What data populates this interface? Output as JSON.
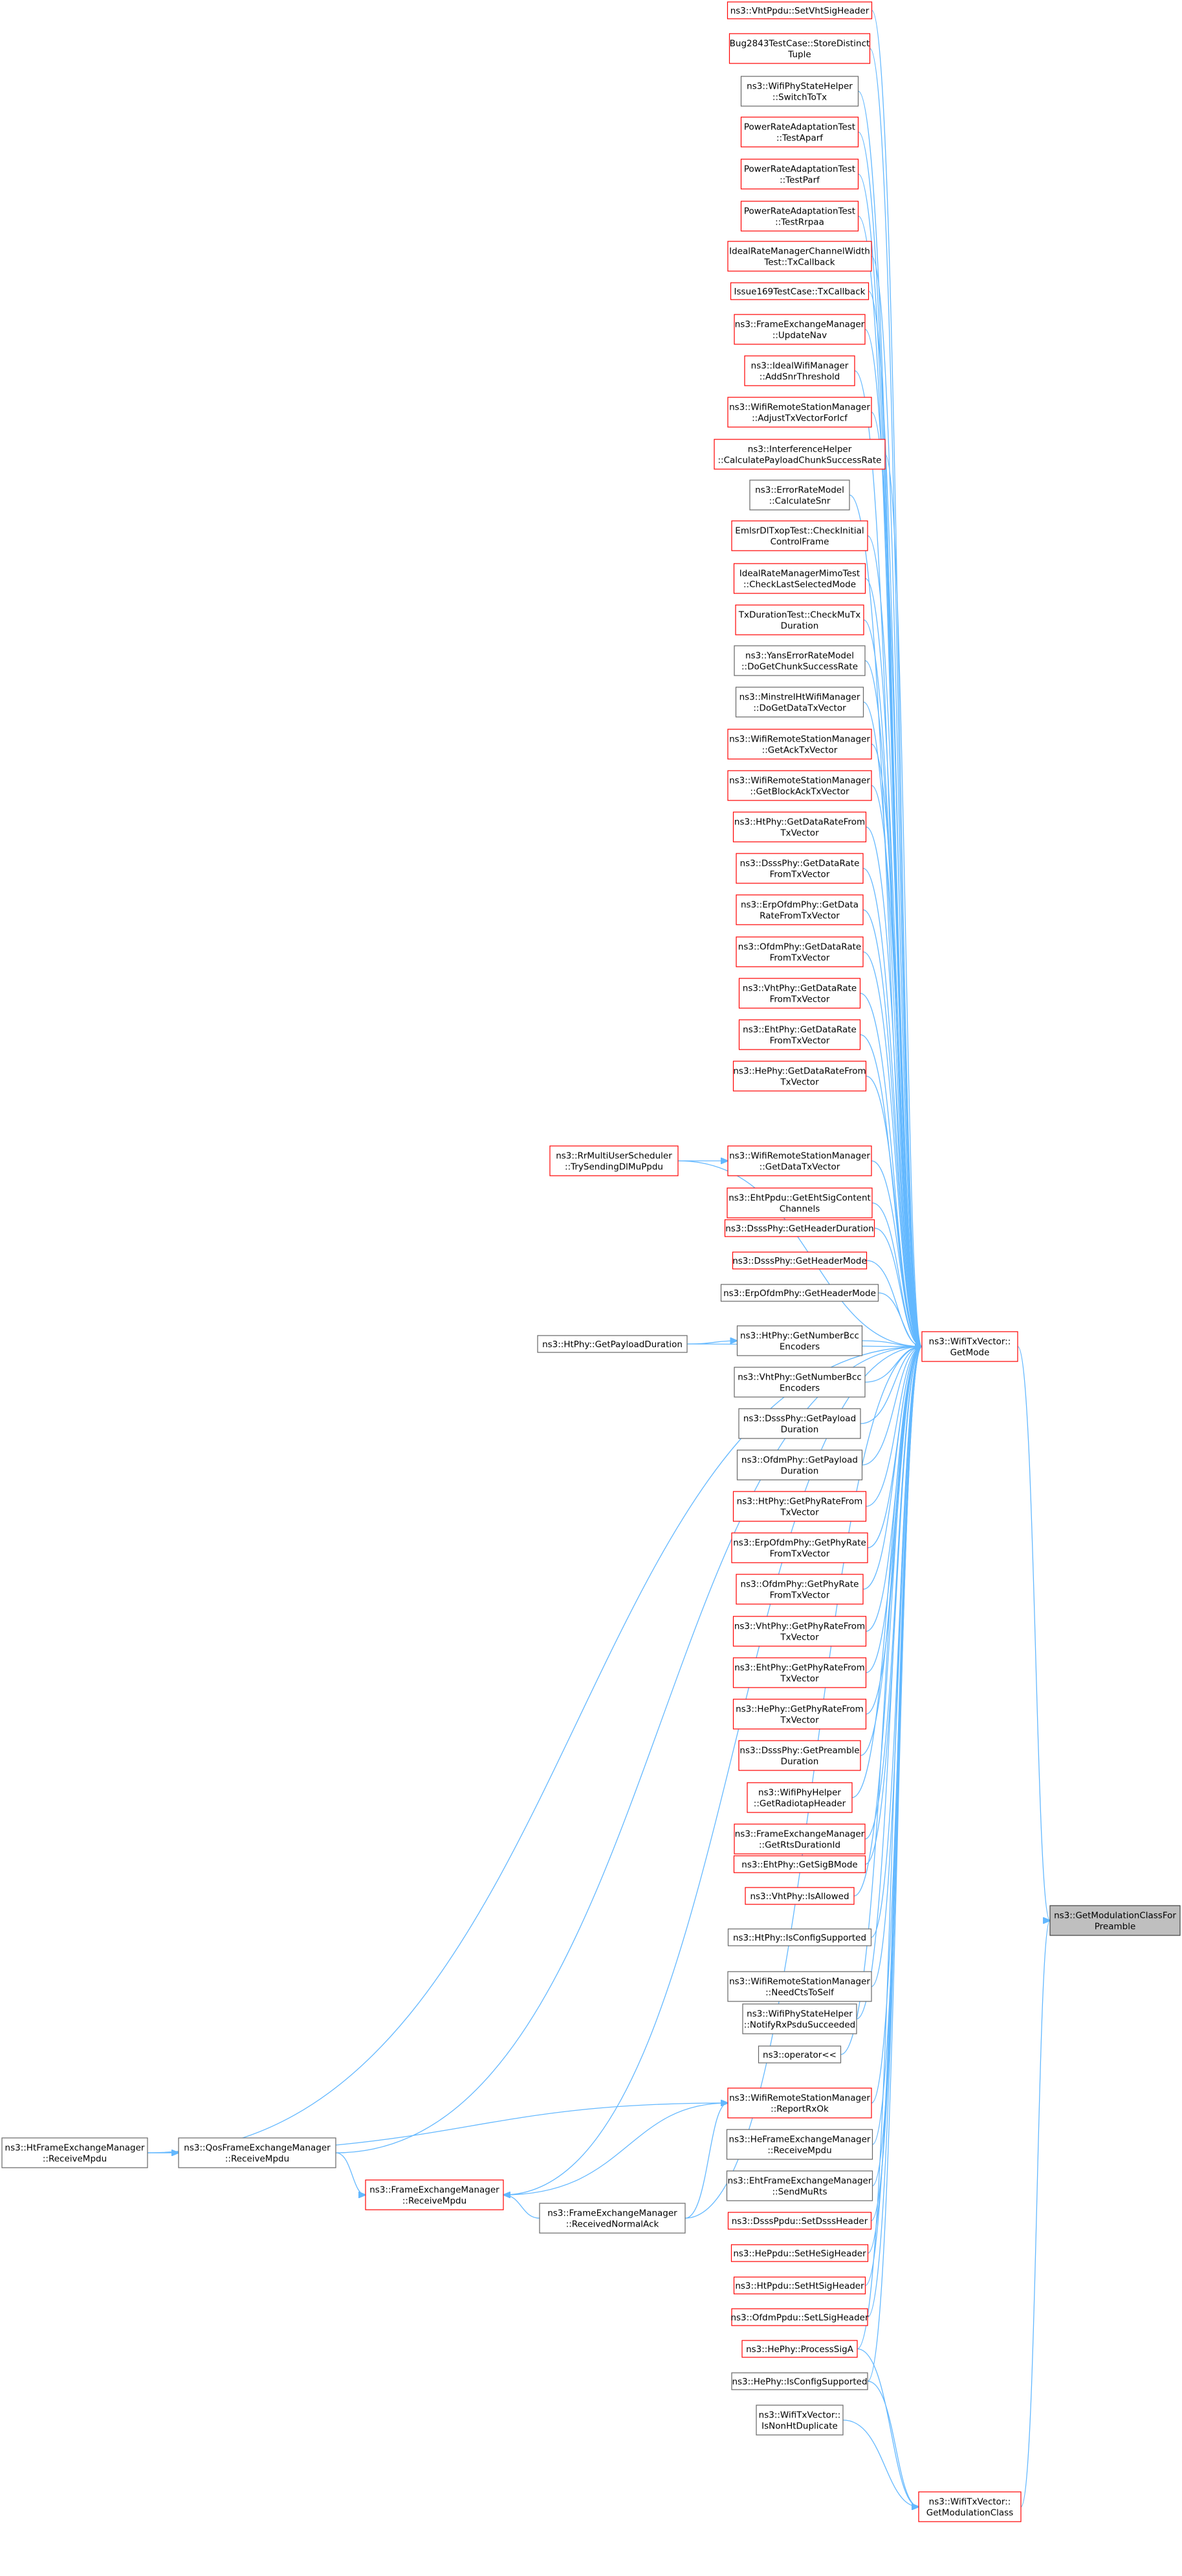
{
  "colors": {
    "edge": "#63b8ff",
    "red_border": "#ff0000",
    "gray_border": "#666666",
    "root_fill": "#bfbfbf",
    "root_border": "#404040",
    "node_fill": "#ffffff"
  },
  "nodes": [
    {
      "id": "n1",
      "lines": [
        "ns3::VhtPpdu::SetVhtSigHeader"
      ],
      "border": "red"
    },
    {
      "id": "n2",
      "lines": [
        "Bug2843TestCase::StoreDistinct",
        "Tuple"
      ],
      "border": "red"
    },
    {
      "id": "n3",
      "lines": [
        "ns3::WifiPhyStateHelper",
        "::SwitchToTx"
      ],
      "border": "gray"
    },
    {
      "id": "n4",
      "lines": [
        "PowerRateAdaptationTest",
        "::TestAparf"
      ],
      "border": "red"
    },
    {
      "id": "n5",
      "lines": [
        "PowerRateAdaptationTest",
        "::TestParf"
      ],
      "border": "red"
    },
    {
      "id": "n6",
      "lines": [
        "PowerRateAdaptationTest",
        "::TestRrpaa"
      ],
      "border": "red"
    },
    {
      "id": "n7",
      "lines": [
        "IdealRateManagerChannelWidth",
        "Test::TxCallback"
      ],
      "border": "red"
    },
    {
      "id": "n8",
      "lines": [
        "Issue169TestCase::TxCallback"
      ],
      "border": "red"
    },
    {
      "id": "n9",
      "lines": [
        "ns3::FrameExchangeManager",
        "::UpdateNav"
      ],
      "border": "red"
    },
    {
      "id": "n10",
      "lines": [
        "ns3::IdealWifiManager",
        "::AddSnrThreshold"
      ],
      "border": "red"
    },
    {
      "id": "n11",
      "lines": [
        "ns3::WifiRemoteStationManager",
        "::AdjustTxVectorForIcf"
      ],
      "border": "red"
    },
    {
      "id": "n12",
      "lines": [
        "ns3::InterferenceHelper",
        "::CalculatePayloadChunkSuccessRate"
      ],
      "border": "red"
    },
    {
      "id": "n13",
      "lines": [
        "ns3::ErrorRateModel",
        "::CalculateSnr"
      ],
      "border": "gray"
    },
    {
      "id": "n14",
      "lines": [
        "EmlsrDlTxopTest::CheckInitial",
        "ControlFrame"
      ],
      "border": "red"
    },
    {
      "id": "n15",
      "lines": [
        "IdealRateManagerMimoTest",
        "::CheckLastSelectedMode"
      ],
      "border": "red"
    },
    {
      "id": "n16",
      "lines": [
        "TxDurationTest::CheckMuTx",
        "Duration"
      ],
      "border": "red"
    },
    {
      "id": "n17",
      "lines": [
        "ns3::YansErrorRateModel",
        "::DoGetChunkSuccessRate"
      ],
      "border": "gray"
    },
    {
      "id": "n18",
      "lines": [
        "ns3::MinstrelHtWifiManager",
        "::DoGetDataTxVector"
      ],
      "border": "gray"
    },
    {
      "id": "n19",
      "lines": [
        "ns3::WifiRemoteStationManager",
        "::GetAckTxVector"
      ],
      "border": "red"
    },
    {
      "id": "n20",
      "lines": [
        "ns3::WifiRemoteStationManager",
        "::GetBlockAckTxVector"
      ],
      "border": "red"
    },
    {
      "id": "n21",
      "lines": [
        "ns3::HtPhy::GetDataRateFrom",
        "TxVector"
      ],
      "border": "red"
    },
    {
      "id": "n22",
      "lines": [
        "ns3::DsssPhy::GetDataRate",
        "FromTxVector"
      ],
      "border": "red"
    },
    {
      "id": "n23",
      "lines": [
        "ns3::ErpOfdmPhy::GetData",
        "RateFromTxVector"
      ],
      "border": "red"
    },
    {
      "id": "n24",
      "lines": [
        "ns3::OfdmPhy::GetDataRate",
        "FromTxVector"
      ],
      "border": "red"
    },
    {
      "id": "n25",
      "lines": [
        "ns3::VhtPhy::GetDataRate",
        "FromTxVector"
      ],
      "border": "red"
    },
    {
      "id": "n26",
      "lines": [
        "ns3::EhtPhy::GetDataRate",
        "FromTxVector"
      ],
      "border": "red"
    },
    {
      "id": "n27",
      "lines": [
        "ns3::HePhy::GetDataRateFrom",
        "TxVector"
      ],
      "border": "red"
    },
    {
      "id": "n28",
      "lines": [
        "ns3::RrMultiUserScheduler",
        "::TrySendingDlMuPpdu"
      ],
      "border": "red"
    },
    {
      "id": "n29",
      "lines": [
        "ns3::WifiRemoteStationManager",
        "::GetDataTxVector"
      ],
      "border": "red"
    },
    {
      "id": "n30",
      "lines": [
        "ns3::EhtPpdu::GetEhtSigContent",
        "Channels"
      ],
      "border": "red"
    },
    {
      "id": "n31",
      "lines": [
        "ns3::DsssPhy::GetHeaderDuration"
      ],
      "border": "red"
    },
    {
      "id": "n32",
      "lines": [
        "ns3::DsssPhy::GetHeaderMode"
      ],
      "border": "red"
    },
    {
      "id": "n33",
      "lines": [
        "ns3::ErpOfdmPhy::GetHeaderMode"
      ],
      "border": "gray"
    },
    {
      "id": "n34",
      "lines": [
        "ns3::HtPhy::GetPayloadDuration"
      ],
      "border": "gray"
    },
    {
      "id": "n35",
      "lines": [
        "ns3::HtPhy::GetNumberBcc",
        "Encoders"
      ],
      "border": "gray"
    },
    {
      "id": "n36",
      "lines": [
        "ns3::VhtPhy::GetNumberBcc",
        "Encoders"
      ],
      "border": "gray"
    },
    {
      "id": "n37",
      "lines": [
        "ns3::DsssPhy::GetPayload",
        "Duration"
      ],
      "border": "gray"
    },
    {
      "id": "n38",
      "lines": [
        "ns3::OfdmPhy::GetPayload",
        "Duration"
      ],
      "border": "gray"
    },
    {
      "id": "n39",
      "lines": [
        "ns3::HtPhy::GetPhyRateFrom",
        "TxVector"
      ],
      "border": "red"
    },
    {
      "id": "n40",
      "lines": [
        "ns3::ErpOfdmPhy::GetPhyRate",
        "FromTxVector"
      ],
      "border": "red"
    },
    {
      "id": "n41",
      "lines": [
        "ns3::OfdmPhy::GetPhyRate",
        "FromTxVector"
      ],
      "border": "red"
    },
    {
      "id": "n42",
      "lines": [
        "ns3::VhtPhy::GetPhyRateFrom",
        "TxVector"
      ],
      "border": "red"
    },
    {
      "id": "n43",
      "lines": [
        "ns3::EhtPhy::GetPhyRateFrom",
        "TxVector"
      ],
      "border": "red"
    },
    {
      "id": "n44",
      "lines": [
        "ns3::HePhy::GetPhyRateFrom",
        "TxVector"
      ],
      "border": "red"
    },
    {
      "id": "n45",
      "lines": [
        "ns3::DsssPhy::GetPreamble",
        "Duration"
      ],
      "border": "red"
    },
    {
      "id": "n46",
      "lines": [
        "ns3::WifiPhyHelper",
        "::GetRadiotapHeader"
      ],
      "border": "red"
    },
    {
      "id": "n47",
      "lines": [
        "ns3::FrameExchangeManager",
        "::GetRtsDurationId"
      ],
      "border": "red"
    },
    {
      "id": "n48",
      "lines": [
        "ns3::EhtPhy::GetSigBMode"
      ],
      "border": "red"
    },
    {
      "id": "n49",
      "lines": [
        "ns3::VhtPhy::IsAllowed"
      ],
      "border": "red"
    },
    {
      "id": "n50",
      "lines": [
        "ns3::HtPhy::IsConfigSupported"
      ],
      "border": "gray"
    },
    {
      "id": "n51",
      "lines": [
        "ns3::WifiRemoteStationManager",
        "::NeedCtsToSelf"
      ],
      "border": "gray"
    },
    {
      "id": "n52",
      "lines": [
        "ns3::WifiPhyStateHelper",
        "::NotifyRxPsduSucceeded"
      ],
      "border": "gray"
    },
    {
      "id": "n53",
      "lines": [
        "ns3::operator<<"
      ],
      "border": "gray"
    },
    {
      "id": "n54",
      "lines": [
        "ns3::HtFrameExchangeManager",
        "::ReceiveMpdu"
      ],
      "border": "gray"
    },
    {
      "id": "n55",
      "lines": [
        "ns3::QosFrameExchangeManager",
        "::ReceiveMpdu"
      ],
      "border": "gray"
    },
    {
      "id": "n56",
      "lines": [
        "ns3::FrameExchangeManager",
        "::ReceiveMpdu"
      ],
      "border": "red"
    },
    {
      "id": "n57",
      "lines": [
        "ns3::FrameExchangeManager",
        "::ReceivedNormalAck"
      ],
      "border": "gray"
    },
    {
      "id": "n58",
      "lines": [
        "ns3::WifiRemoteStationManager",
        "::ReportRxOk"
      ],
      "border": "red"
    },
    {
      "id": "n59",
      "lines": [
        "ns3::HeFrameExchangeManager",
        "::ReceiveMpdu"
      ],
      "border": "gray"
    },
    {
      "id": "n60",
      "lines": [
        "ns3::EhtFrameExchangeManager",
        "::SendMuRts"
      ],
      "border": "gray"
    },
    {
      "id": "n61",
      "lines": [
        "ns3::DsssPpdu::SetDsssHeader"
      ],
      "border": "red"
    },
    {
      "id": "n62",
      "lines": [
        "ns3::HePpdu::SetHeSigHeader"
      ],
      "border": "red"
    },
    {
      "id": "n63",
      "lines": [
        "ns3::HtPpdu::SetHtSigHeader"
      ],
      "border": "red"
    },
    {
      "id": "n64",
      "lines": [
        "ns3::OfdmPpdu::SetLSigHeader"
      ],
      "border": "red"
    },
    {
      "id": "n65",
      "lines": [
        "ns3::HePhy::ProcessSigA"
      ],
      "border": "red"
    },
    {
      "id": "n66",
      "lines": [
        "ns3::HePhy::IsConfigSupported"
      ],
      "border": "gray"
    },
    {
      "id": "n67",
      "lines": [
        "ns3::WifiTxVector::",
        "IsNonHtDuplicate"
      ],
      "border": "gray"
    },
    {
      "id": "gm",
      "lines": [
        "ns3::WifiTxVector::",
        "GetMode"
      ],
      "border": "red"
    },
    {
      "id": "gmc",
      "lines": [
        "ns3::WifiTxVector::",
        "GetModulationClass"
      ],
      "border": "red"
    },
    {
      "id": "root",
      "lines": [
        "ns3::GetModulationClassFor",
        "Preamble"
      ],
      "border": "root"
    }
  ],
  "edges": [
    [
      "gm",
      "root"
    ],
    [
      "gmc",
      "root"
    ],
    [
      "n1",
      "gm"
    ],
    [
      "n2",
      "gm"
    ],
    [
      "n3",
      "gm"
    ],
    [
      "n4",
      "gm"
    ],
    [
      "n5",
      "gm"
    ],
    [
      "n6",
      "gm"
    ],
    [
      "n7",
      "gm"
    ],
    [
      "n8",
      "gm"
    ],
    [
      "n9",
      "gm"
    ],
    [
      "n10",
      "gm"
    ],
    [
      "n11",
      "gm"
    ],
    [
      "n12",
      "gm"
    ],
    [
      "n13",
      "gm"
    ],
    [
      "n14",
      "gm"
    ],
    [
      "n15",
      "gm"
    ],
    [
      "n16",
      "gm"
    ],
    [
      "n17",
      "gm"
    ],
    [
      "n18",
      "gm"
    ],
    [
      "n19",
      "gm"
    ],
    [
      "n20",
      "gm"
    ],
    [
      "n21",
      "gm"
    ],
    [
      "n22",
      "gm"
    ],
    [
      "n23",
      "gm"
    ],
    [
      "n24",
      "gm"
    ],
    [
      "n25",
      "gm"
    ],
    [
      "n26",
      "gm"
    ],
    [
      "n27",
      "gm"
    ],
    [
      "n28",
      "gm"
    ],
    [
      "n29",
      "gm"
    ],
    [
      "n28",
      "n29"
    ],
    [
      "n30",
      "gm"
    ],
    [
      "n31",
      "gm"
    ],
    [
      "n32",
      "gm"
    ],
    [
      "n33",
      "gm"
    ],
    [
      "n34",
      "gm"
    ],
    [
      "n35",
      "gm"
    ],
    [
      "n34",
      "n35"
    ],
    [
      "n36",
      "gm"
    ],
    [
      "n37",
      "gm"
    ],
    [
      "n38",
      "gm"
    ],
    [
      "n39",
      "gm"
    ],
    [
      "n40",
      "gm"
    ],
    [
      "n41",
      "gm"
    ],
    [
      "n42",
      "gm"
    ],
    [
      "n43",
      "gm"
    ],
    [
      "n44",
      "gm"
    ],
    [
      "n45",
      "gm"
    ],
    [
      "n46",
      "gm"
    ],
    [
      "n47",
      "gm"
    ],
    [
      "n48",
      "gm"
    ],
    [
      "n49",
      "gm"
    ],
    [
      "n50",
      "gm"
    ],
    [
      "n51",
      "gm"
    ],
    [
      "n52",
      "gm"
    ],
    [
      "n53",
      "gm"
    ],
    [
      "n54",
      "gm"
    ],
    [
      "n55",
      "gm"
    ],
    [
      "n54",
      "n55"
    ],
    [
      "n55",
      "n56"
    ],
    [
      "n54",
      "n58"
    ],
    [
      "n56",
      "gm"
    ],
    [
      "n56",
      "n58"
    ],
    [
      "n57",
      "n56"
    ],
    [
      "n57",
      "gm"
    ],
    [
      "n57",
      "n58"
    ],
    [
      "n58",
      "gm"
    ],
    [
      "n59",
      "gm"
    ],
    [
      "n60",
      "gm"
    ],
    [
      "n61",
      "gm"
    ],
    [
      "n62",
      "gm"
    ],
    [
      "n63",
      "gm"
    ],
    [
      "n64",
      "gm"
    ],
    [
      "n65",
      "gm"
    ],
    [
      "n65",
      "gmc"
    ],
    [
      "n66",
      "gm"
    ],
    [
      "n66",
      "gmc"
    ],
    [
      "n67",
      "gmc"
    ]
  ]
}
